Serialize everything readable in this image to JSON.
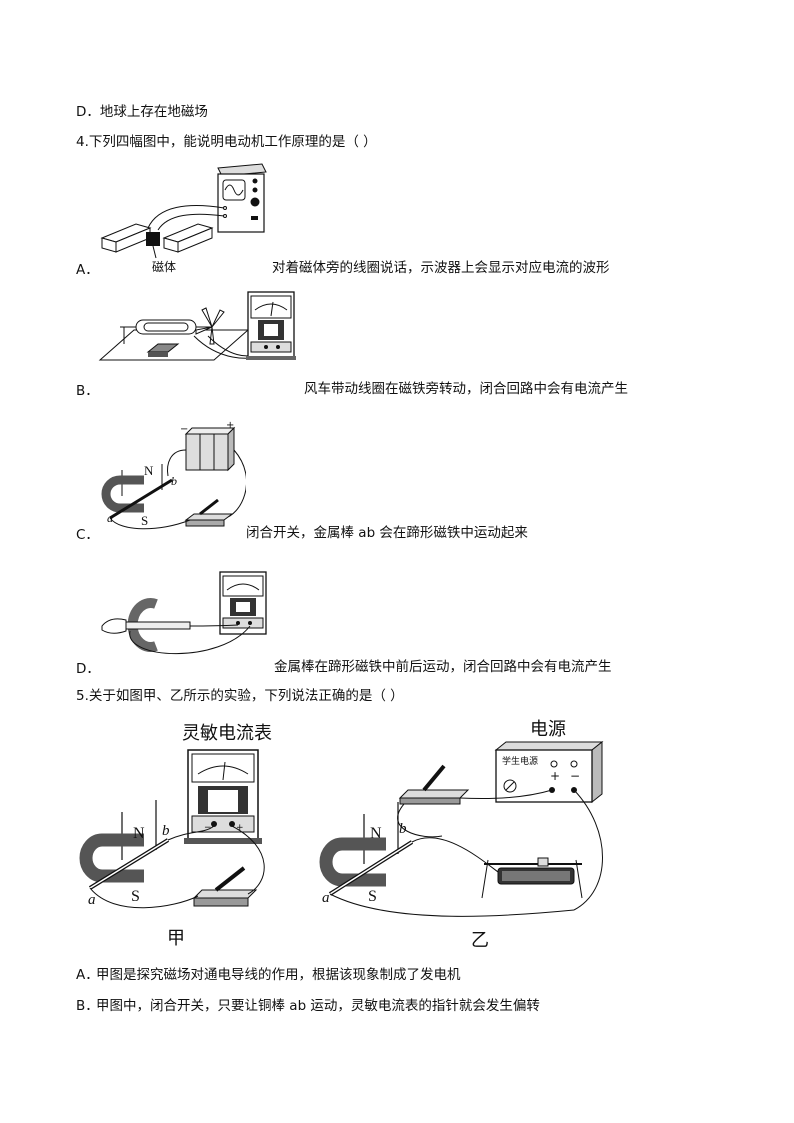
{
  "q3": {
    "option_d": "D．地球上存在地磁场"
  },
  "q4": {
    "stem": "4.下列四幅图中，能说明电动机工作原理的是（ ）",
    "options": [
      {
        "letter": "A．",
        "text": "对着磁体旁的线圈说话，示波器上会显示对应电流的波形",
        "figure_label": "磁体"
      },
      {
        "letter": "B．",
        "text": "风车带动线圈在磁铁旁转动，闭合回路中会有电流产生"
      },
      {
        "letter": "C．",
        "text": "闭合开关，金属棒 ab 会在蹄形磁铁中运动起来"
      },
      {
        "letter": "D．",
        "text": "金属棒在蹄形磁铁中前后运动，闭合回路中会有电流产生"
      }
    ]
  },
  "q5": {
    "stem": "5.关于如图甲、乙所示的实验，下列说法正确的是（ ）",
    "figure_jia": {
      "meter_title": "灵敏电流表",
      "caption": "甲"
    },
    "figure_yi": {
      "source_title": "电源",
      "source_panel": "学生电源",
      "caption": "乙"
    },
    "options": [
      {
        "letter": "A．",
        "text": "甲图是探究磁场对通电导线的作用，根据该现象制成了发电机"
      },
      {
        "letter": "B．",
        "text": "甲图中，闭合开关，只要让铜棒 ab 运动，灵敏电流表的指针就会发生偏转"
      }
    ]
  },
  "figure_symbols": {
    "north": "N",
    "south": "S",
    "end_a": "a",
    "end_b": "b",
    "plus": "+",
    "minus": "−"
  }
}
